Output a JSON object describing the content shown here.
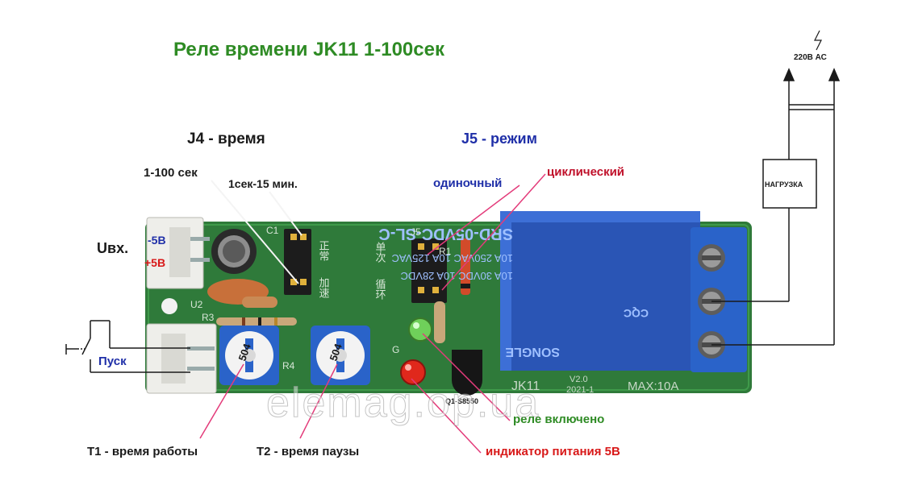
{
  "title": "Реле времени JK11  1-100сек",
  "labels": {
    "j4": "J4 - время",
    "j5": "J5 - режим",
    "range_1_100": "1-100 сек",
    "range_1s_15min": "1сек-15 мин.",
    "single": "одиночный",
    "cyclic": "циклический",
    "input_voltage": "Uвх.",
    "minus5": "-5В",
    "plus5": "+5В",
    "start": "Пуск",
    "mains": "220В АС",
    "load": "НАГРУЗКА",
    "transistor": "Q1-S8550",
    "relay_on": "реле включено",
    "power_indicator": "индикатор питания 5В",
    "t1": "Т1 - время работы",
    "t2": "Т2 - время паузы",
    "watermark": "elemag.op.ua"
  },
  "relay": {
    "model": "SRD-05VDC-SL-C",
    "rating_1": "10A 250VAC  10A 125VAC",
    "rating_2": "10A 30VDC  10A 28VDC",
    "brand": "SONGLE",
    "cqc": "CQC"
  },
  "board": {
    "name": "JK11",
    "version": "V2.0",
    "date": "2021-1",
    "max": "MAX:10A",
    "c1": "C1",
    "u2": "U2",
    "r3": "R3",
    "r4": "R4",
    "j5": "J5",
    "r1": "R1",
    "g": "G",
    "pot_code": "504",
    "cn_normal": "正常",
    "cn_speed": "加速",
    "cn_single": "单次",
    "cn_cycle": "循环"
  },
  "colors": {
    "title": "#2e8b24",
    "blue_label": "#1f2fa8",
    "red_label": "#d81818",
    "pcb": "#2f7a3a",
    "relay": "#2a55b5",
    "terminal": "#2a63c9"
  }
}
